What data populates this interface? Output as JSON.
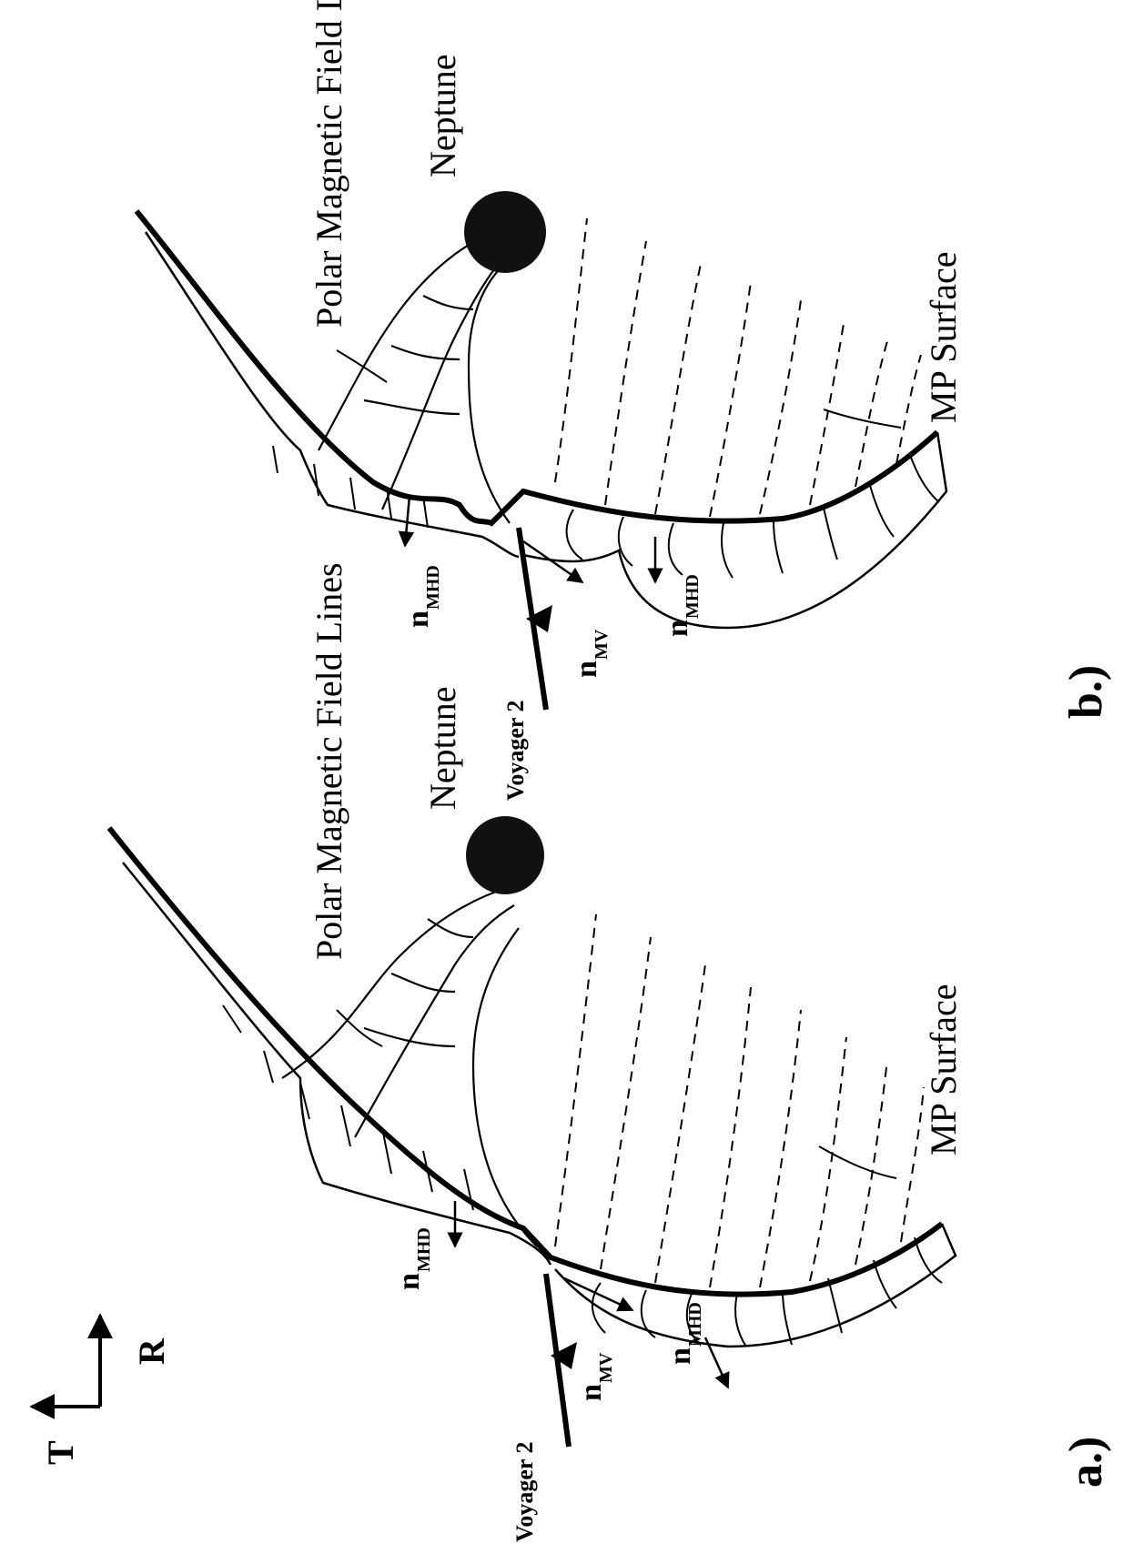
{
  "axes": {
    "t_label": "T",
    "r_label": "R"
  },
  "panels": [
    {
      "id": "a",
      "panel_label": "a.)",
      "field_lines_label": "Polar Magnetic Field Lines",
      "planet_label": "Neptune",
      "surface_label": "MP Surface",
      "spacecraft_label": "Voyager 2",
      "normal_mhd_top": {
        "main": "n",
        "sub": "MHD"
      },
      "normal_mv": {
        "main": "n",
        "sub": "MV"
      },
      "normal_mhd_bottom": {
        "main": "n",
        "sub": "MHD"
      }
    },
    {
      "id": "b",
      "panel_label": "b.)",
      "field_lines_label": "Polar Magnetic Field Lines",
      "planet_label": "Neptune",
      "surface_label": "MP Surface",
      "spacecraft_label": "Voyager 2",
      "normal_mhd_top": {
        "main": "n",
        "sub": "MHD"
      },
      "normal_mv": {
        "main": "n",
        "sub": "MV"
      },
      "normal_mhd_bottom": {
        "main": "n",
        "sub": "MHD"
      }
    }
  ]
}
